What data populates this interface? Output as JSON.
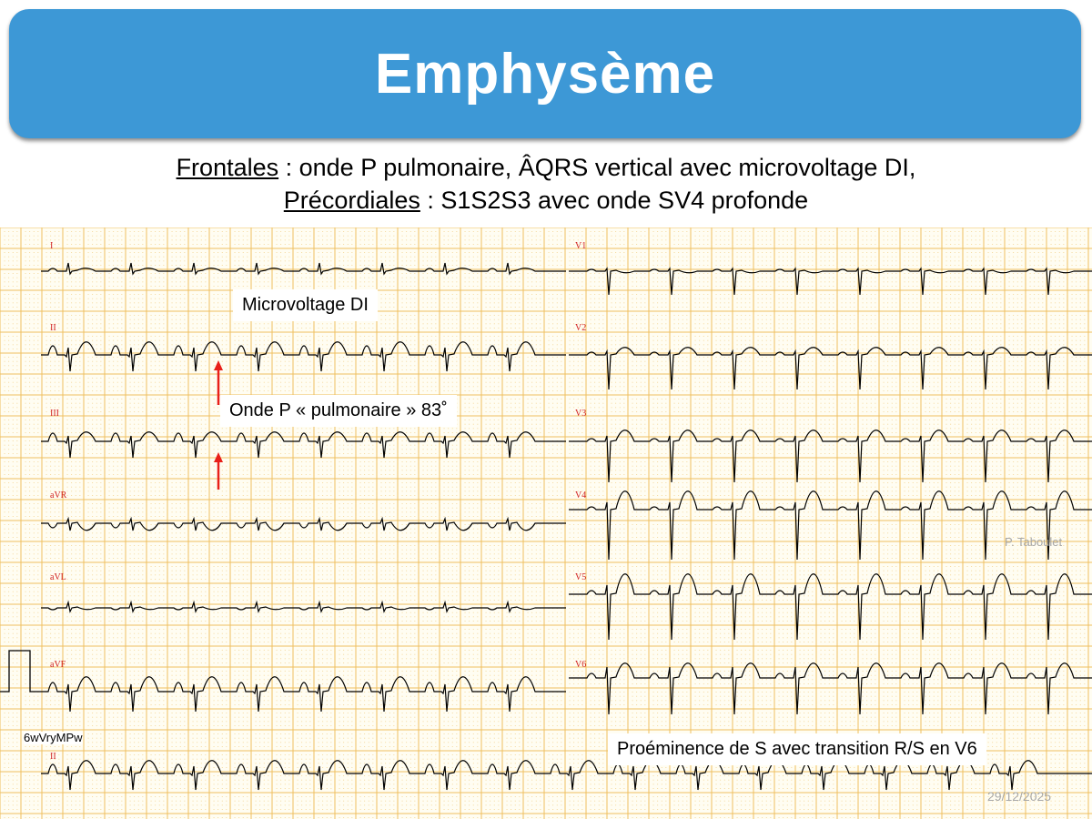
{
  "title": "Emphysème",
  "subtitle": {
    "line1_label": "Frontales",
    "line1_text": " : onde P pulmonaire, ÂQRS vertical avec microvoltage DI,",
    "line2_label": "Précordiales",
    "line2_text": " : S1S2S3 avec onde SV4 profonde"
  },
  "ecg": {
    "left_leads": [
      "I",
      "II",
      "III",
      "aVR",
      "aVL",
      "aVF",
      "II"
    ],
    "right_leads": [
      "V1",
      "V2",
      "V3",
      "V4",
      "V5",
      "V6"
    ],
    "code": "6wVryMPw",
    "author": "P. Taboulet",
    "date": "29/12/2025"
  },
  "annotations": {
    "microvoltage": "Microvoltage DI",
    "p_wave": "Onde P « pulmonaire » 83˚",
    "precordial": "Proéminence de S avec transition R/S en V6"
  },
  "colors": {
    "title_bg": "#3d98d6",
    "grid_major": "#efc060",
    "grid_minor": "#f2cf86",
    "paper": "#fffdf2",
    "arrow": "#e8201a"
  }
}
